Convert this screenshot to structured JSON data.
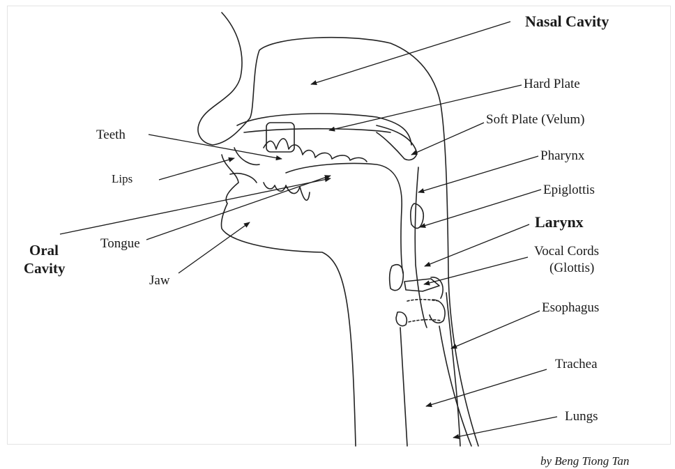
{
  "labels": {
    "nasal_cavity": "Nasal Cavity",
    "hard_plate": "Hard Plate",
    "soft_plate": "Soft Plate (Velum)",
    "teeth": "Teeth",
    "pharynx": "Pharynx",
    "lips": "Lips",
    "epiglottis": "Epiglottis",
    "larynx": "Larynx",
    "oral_line1": "Oral",
    "oral_line2": "Cavity",
    "tongue": "Tongue",
    "vocal_cords": "Vocal Cords",
    "glottis": "(Glottis)",
    "jaw": "Jaw",
    "esophagus": "Esophagus",
    "trachea": "Trachea",
    "lungs": "Lungs"
  },
  "credit": "by Beng Tiong Tan",
  "colors": {
    "ink": "#1a1a1a",
    "background": "#ffffff"
  }
}
